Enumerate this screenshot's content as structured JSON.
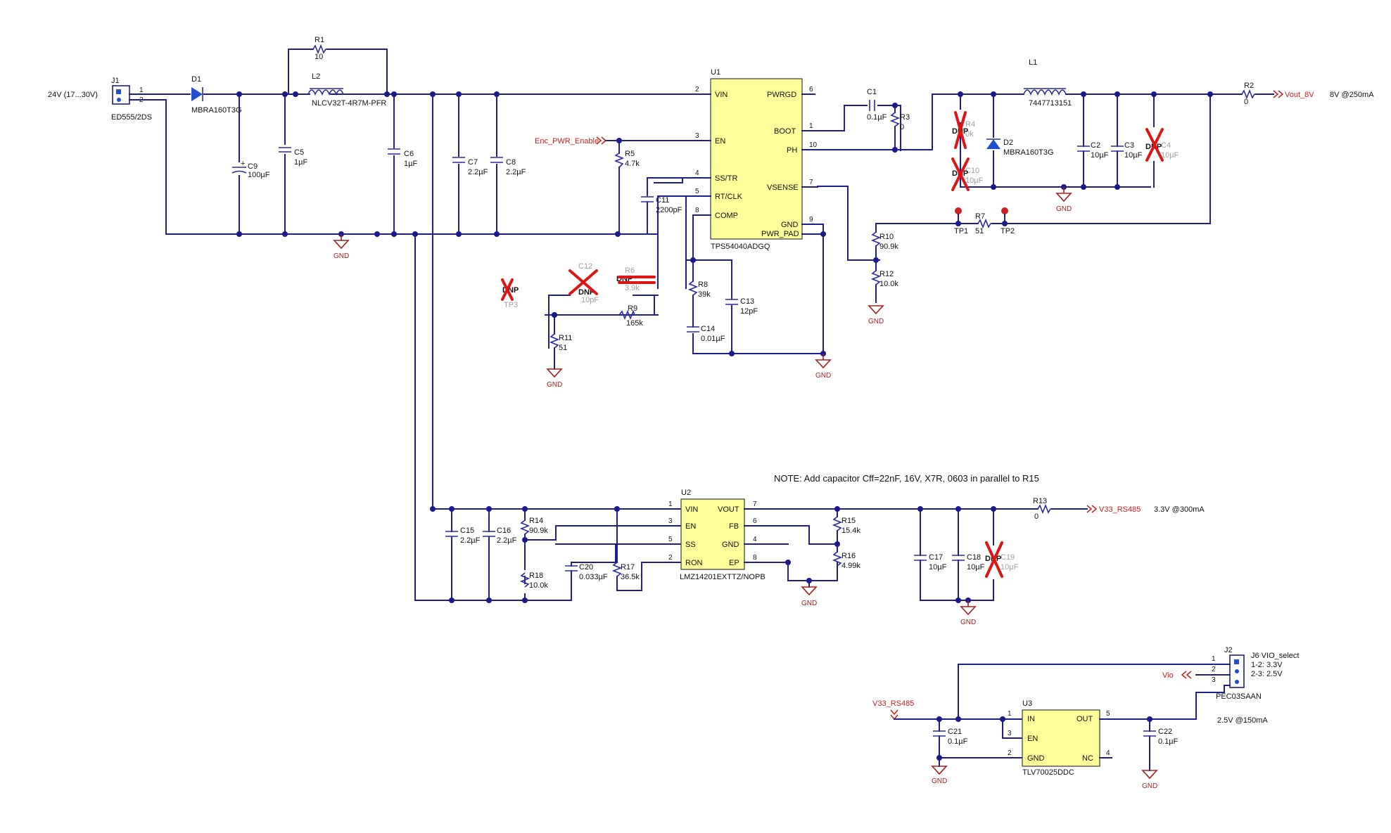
{
  "note": "NOTE: Add capacitor Cff=22nF, 16V, X7R, 0603 in parallel to R15",
  "input": {
    "label": "24V (17...30V)"
  },
  "j1": {
    "ref": "J1",
    "value": "ED555/2DS",
    "pin1": "1",
    "pin2": "2"
  },
  "d1": {
    "ref": "D1",
    "value": "MBRA160T3G"
  },
  "r1": {
    "ref": "R1",
    "value": "10"
  },
  "l2": {
    "ref": "L2",
    "value": "NLCV32T-4R7M-PFR"
  },
  "c9": {
    "ref": "C9",
    "value": "100µF"
  },
  "c5": {
    "ref": "C5",
    "value": "1µF"
  },
  "c6": {
    "ref": "C6",
    "value": "1µF"
  },
  "c7": {
    "ref": "C7",
    "value": "2.2µF"
  },
  "c8": {
    "ref": "C8",
    "value": "2.2µF"
  },
  "r5": {
    "ref": "R5",
    "value": "4.7k"
  },
  "c11": {
    "ref": "C11",
    "value": "2200pF"
  },
  "c12": {
    "ref": "C12",
    "value": "10pF",
    "dnp": "DNP"
  },
  "r6": {
    "ref": "R6",
    "value": "3.9k",
    "dnp": "DNP"
  },
  "tp3": {
    "ref": "TP3",
    "dnp": "DNP"
  },
  "r9": {
    "ref": "R9",
    "value": "165k"
  },
  "r11": {
    "ref": "R11",
    "value": "51"
  },
  "r8": {
    "ref": "R8",
    "value": "39k"
  },
  "c13": {
    "ref": "C13",
    "value": "12pF"
  },
  "c14": {
    "ref": "C14",
    "value": "0.01µF"
  },
  "enc": {
    "label": "Enc_PWR_Enable"
  },
  "u1": {
    "ref": "U1",
    "value": "TPS54040ADGQ",
    "pins_left": [
      {
        "num": "2",
        "name": "VIN"
      },
      {
        "num": "3",
        "name": "EN"
      },
      {
        "num": "4",
        "name": "SS/TR"
      },
      {
        "num": "5",
        "name": "RT/CLK"
      },
      {
        "num": "8",
        "name": "COMP"
      }
    ],
    "pins_right": [
      {
        "num": "6",
        "name": "PWRGD"
      },
      {
        "num": "1",
        "name": "BOOT"
      },
      {
        "num": "10",
        "name": "PH"
      },
      {
        "num": "7",
        "name": "VSENSE"
      },
      {
        "num": "9",
        "name": "GND"
      },
      {
        "num": "",
        "name": "PWR_PAD"
      }
    ]
  },
  "c1": {
    "ref": "C1",
    "value": "0.1µF"
  },
  "r3": {
    "ref": "R3",
    "value": "0"
  },
  "c4dnp": {
    "ref": "C4",
    "value": "10µF",
    "dnp": "DNP"
  },
  "c10dnp": {
    "ref": "C10",
    "value": "10µF",
    "dnp": "DNP"
  },
  "r4dnp": {
    "ref": "R4",
    "value": "0k",
    "dnp": "DNP"
  },
  "d2": {
    "ref": "D2",
    "value": "MBRA160T3G"
  },
  "l1": {
    "ref": "L1",
    "value": "7447713151"
  },
  "c2": {
    "ref": "C2",
    "value": "10µF"
  },
  "c3": {
    "ref": "C3",
    "value": "10µF"
  },
  "r2": {
    "ref": "R2",
    "value": "0"
  },
  "vout8": {
    "label": "Vout_8V",
    "spec": "8V @250mA"
  },
  "r7": {
    "ref": "R7",
    "value": "51"
  },
  "tp1": {
    "ref": "TP1"
  },
  "tp2": {
    "ref": "TP2"
  },
  "r10": {
    "ref": "R10",
    "value": "90.9k"
  },
  "r12": {
    "ref": "R12",
    "value": "10.0k"
  },
  "c15": {
    "ref": "C15",
    "value": "2.2µF"
  },
  "c16": {
    "ref": "C16",
    "value": "2.2µF"
  },
  "r14": {
    "ref": "R14",
    "value": "90.9k"
  },
  "r18": {
    "ref": "R18",
    "value": "10.0k"
  },
  "c20": {
    "ref": "C20",
    "value": "0.033µF"
  },
  "r17": {
    "ref": "R17",
    "value": "36.5k"
  },
  "u2": {
    "ref": "U2",
    "value": "LMZ14201EXTTZ/NOPB",
    "pins_left": [
      {
        "num": "1",
        "name": "VIN"
      },
      {
        "num": "3",
        "name": "EN"
      },
      {
        "num": "5",
        "name": "SS"
      },
      {
        "num": "2",
        "name": "RON"
      }
    ],
    "pins_right": [
      {
        "num": "7",
        "name": "VOUT"
      },
      {
        "num": "6",
        "name": "FB"
      },
      {
        "num": "4",
        "name": "GND"
      },
      {
        "num": "8",
        "name": "EP"
      }
    ]
  },
  "r15": {
    "ref": "R15",
    "value": "15.4k"
  },
  "r16": {
    "ref": "R16",
    "value": "4.99k"
  },
  "c17": {
    "ref": "C17",
    "value": "10µF"
  },
  "c18": {
    "ref": "C18",
    "value": "10µF"
  },
  "c19dnp": {
    "ref": "C19",
    "value": "10µF",
    "dnp": "DNP"
  },
  "r13": {
    "ref": "R13",
    "value": "0"
  },
  "v33": {
    "label": "V33_RS485",
    "spec": "3.3V @300mA"
  },
  "j2": {
    "ref": "J2",
    "value": "PEC03SAAN",
    "pins": [
      "1",
      "2",
      "3"
    ]
  },
  "j6note": {
    "line1": "J6 VIO_select",
    "line2": "1-2: 3.3V",
    "line3": "2-3: 2.5V"
  },
  "vio": {
    "label": "Vio"
  },
  "v33in": {
    "label": "V33_RS485"
  },
  "c21": {
    "ref": "C21",
    "value": "0.1µF"
  },
  "u3": {
    "ref": "U3",
    "value": "TLV70025DDC",
    "pins_left": [
      {
        "num": "1",
        "name": "IN"
      },
      {
        "num": "3",
        "name": "EN"
      },
      {
        "num": "2",
        "name": "GND"
      }
    ],
    "pins_right": [
      {
        "num": "5",
        "name": "OUT"
      },
      {
        "num": "4",
        "name": "NC"
      }
    ]
  },
  "c22": {
    "ref": "C22",
    "value": "0.1µF"
  },
  "out25": {
    "spec": "2.5V @150mA"
  },
  "gnd": {
    "label": "GND"
  }
}
